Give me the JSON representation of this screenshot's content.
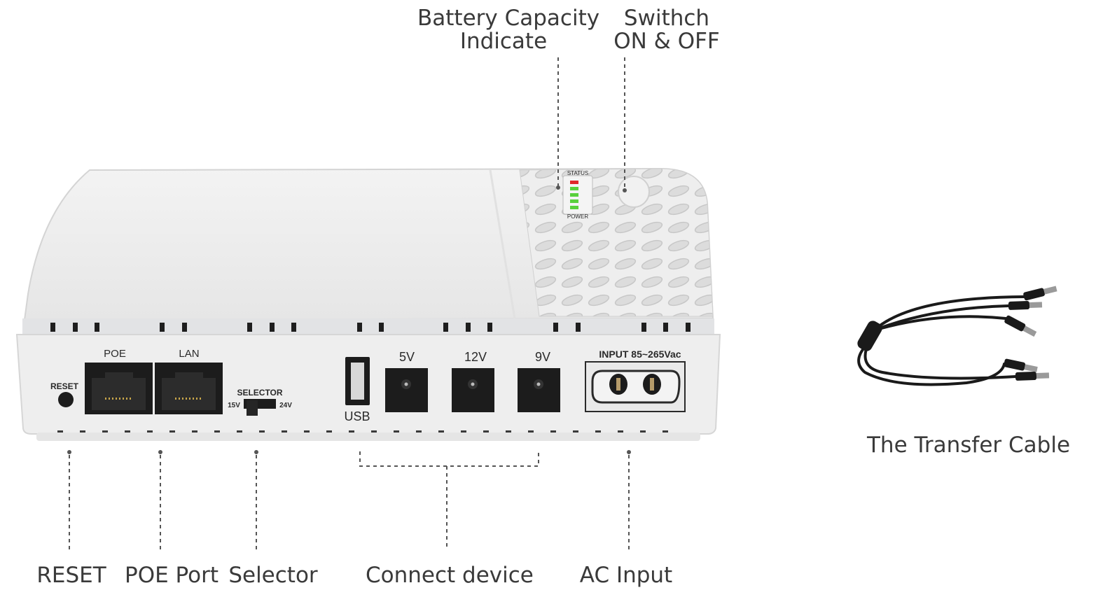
{
  "callouts": {
    "battery_line1": "Battery Capacity",
    "battery_line2": "Indicate",
    "switch_line1": "Swithch",
    "switch_line2": "ON & OFF",
    "reset": "RESET",
    "poe_port": "POE Port",
    "selector": "Selector",
    "connect_device": "Connect device",
    "ac_input": "AC  Input",
    "transfer_cable": "The Transfer Cable"
  },
  "device_panel": {
    "reset": "RESET",
    "poe": "POE",
    "lan": "LAN",
    "selector": "SELECTOR",
    "selector_low": "15V",
    "selector_high": "24V",
    "usb": "USB",
    "out_5v": "5V",
    "out_12v": "12V",
    "out_9v": "9V",
    "input": "INPUT 85~265Vac",
    "status_top": "STATUS",
    "status_bottom": "POWER"
  },
  "colors": {
    "case": "#efefef",
    "case_shade": "#d9dadc",
    "port_black": "#1c1c1c",
    "led_green": "#59d03c",
    "led_red": "#e0262b",
    "cable": "#1a1a1a",
    "callout_text": "#3a3a3a"
  }
}
